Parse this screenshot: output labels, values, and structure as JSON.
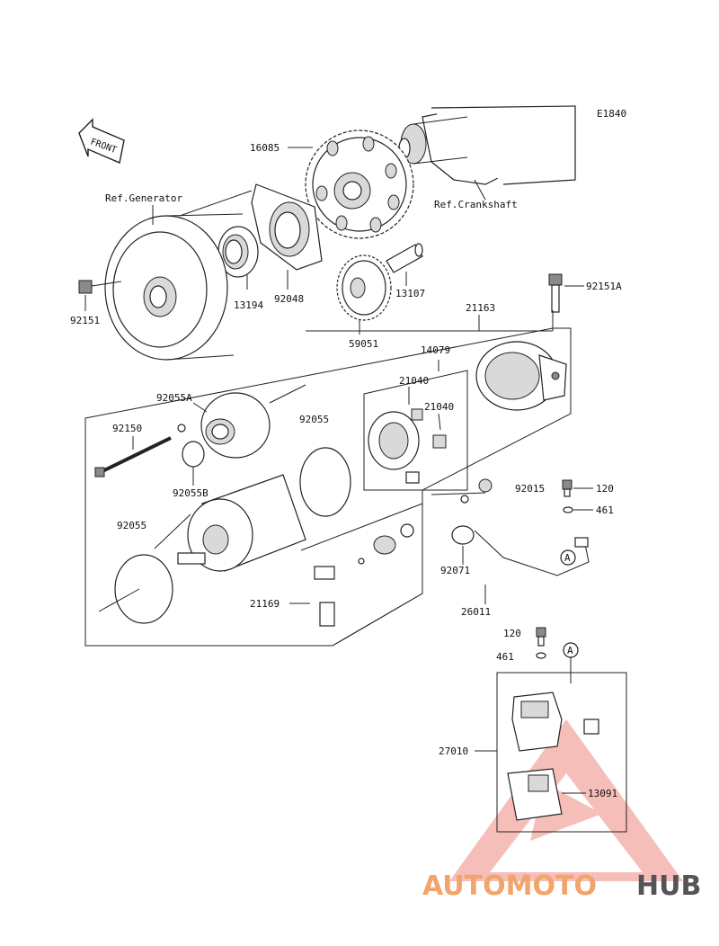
{
  "diagram": {
    "code": "E1840",
    "front_label": "FRONT",
    "labels": {
      "p16085": "16085",
      "ref_generator": "Ref.Generator",
      "ref_crankshaft": "Ref.Crankshaft",
      "p92151": "92151",
      "p13194": "13194",
      "p92048": "92048",
      "p13107": "13107",
      "p92151A": "92151A",
      "p59051": "59051",
      "p21163": "21163",
      "p14079": "14079",
      "p21040a": "21040",
      "p21040b": "21040",
      "p92055A": "92055A",
      "p92055_top": "92055",
      "p92150": "92150",
      "p92055B": "92055B",
      "p92055_left": "92055",
      "p92015": "92015",
      "p120_a": "120",
      "p461_a": "461",
      "circle_a1": "A",
      "p92071": "92071",
      "p21169": "21169",
      "p26011": "26011",
      "p120_b": "120",
      "p461_b": "461",
      "circle_a2": "A",
      "p27010": "27010",
      "p13091": "13091"
    }
  },
  "watermark": {
    "part1": "AUTOMOTO",
    "part2": "HUB",
    "color_primary": "#e8553a",
    "color_secondary": "#f3a46a",
    "color_tertiary": "#555555"
  }
}
